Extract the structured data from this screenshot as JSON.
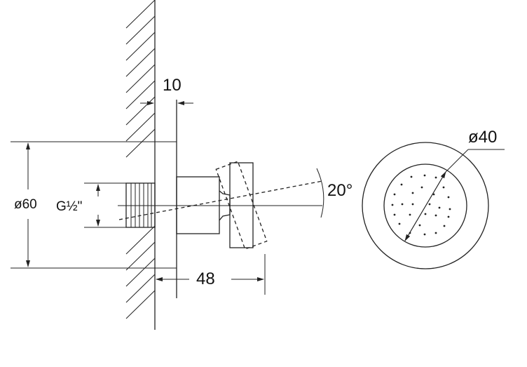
{
  "labels": {
    "dim_flange_depth": "10",
    "dim_flange_diameter": "ø60",
    "dim_thread": "G½\"",
    "dim_tilt_angle": "20°",
    "dim_projection": "48",
    "dim_head_diameter": "ø40"
  },
  "colors": {
    "line": "#222222",
    "background": "#ffffff"
  }
}
